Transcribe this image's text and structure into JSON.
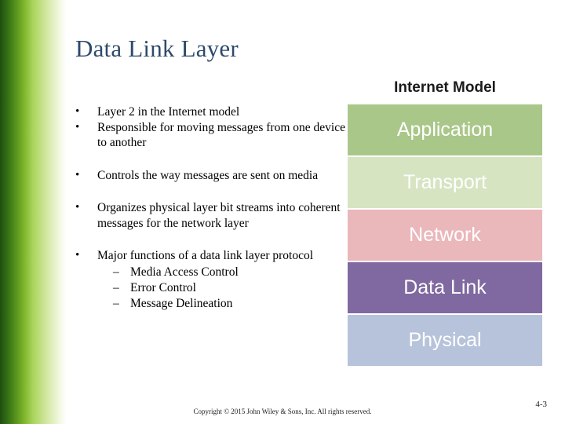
{
  "slide": {
    "title": "Data Link Layer",
    "page_number": "4-3",
    "copyright": "Copyright © 2015 John Wiley & Sons, Inc. All rights reserved.",
    "accent_left_bar": "#3c7a16"
  },
  "bullets": [
    {
      "marker": "•",
      "text": "Layer 2 in the Internet model",
      "subitems": []
    },
    {
      "marker": "•",
      "text": "Responsible for moving messages from one device to another",
      "subitems": []
    },
    {
      "marker": "•",
      "text": "Controls the way messages are sent on media",
      "subitems": []
    },
    {
      "marker": "•",
      "text": "Organizes physical layer bit streams into coherent messages for the network layer",
      "subitems": []
    },
    {
      "marker": "•",
      "text": "Major functions of a data link layer protocol",
      "subitems": [
        {
          "dash": "–",
          "text": "Media Access Control"
        },
        {
          "dash": "–",
          "text": "Error Control"
        },
        {
          "dash": "–",
          "text": "Message Delineation"
        }
      ]
    }
  ],
  "model": {
    "heading": "Internet Model",
    "layers": [
      {
        "label": "Application",
        "color": "#aac78a"
      },
      {
        "label": "Transport",
        "color": "#d7e4c2"
      },
      {
        "label": "Network",
        "color": "#eab7bb"
      },
      {
        "label": "Data Link",
        "color": "#8069a0"
      },
      {
        "label": "Physical",
        "color": "#b6c3da"
      }
    ]
  }
}
